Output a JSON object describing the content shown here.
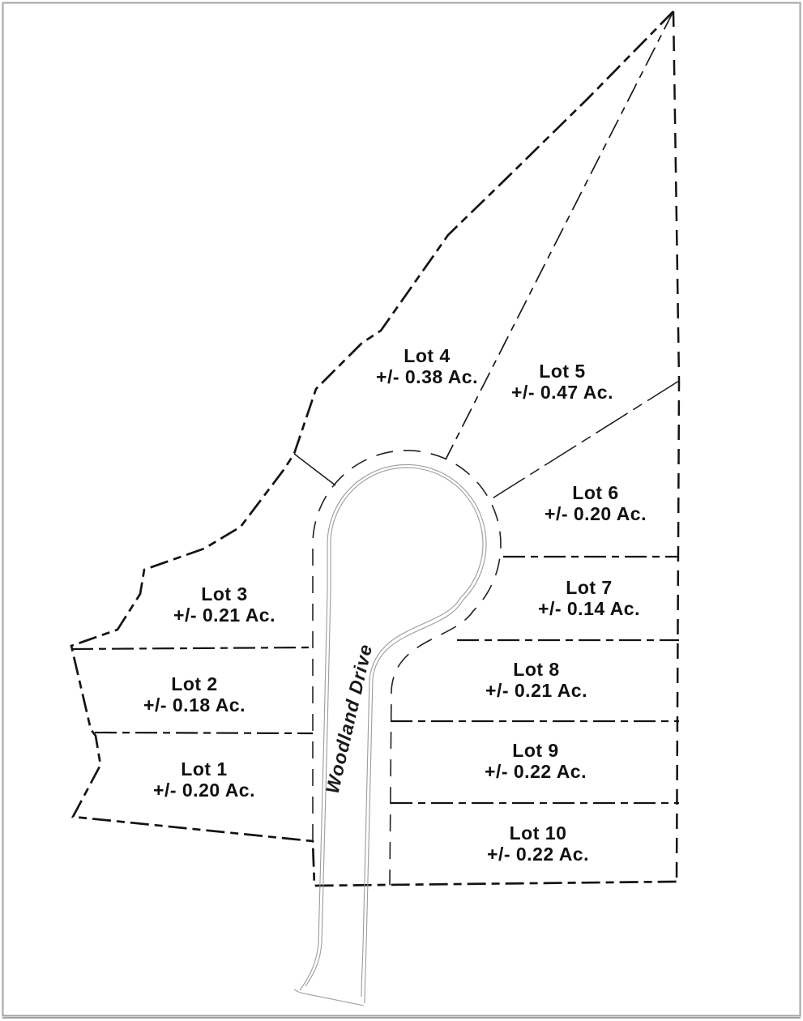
{
  "colors": {
    "background": "#ffffff",
    "boundary_line": "#141414",
    "pavement_line": "#9c9c9c",
    "scan_frame": "#a3a3a3",
    "text": "#111111"
  },
  "road": {
    "name": "Woodland Drive"
  },
  "lots": [
    {
      "name": "Lot 1",
      "area": "+/- 0.20 Ac."
    },
    {
      "name": "Lot 2",
      "area": "+/- 0.18 Ac."
    },
    {
      "name": "Lot 3",
      "area": "+/- 0.21 Ac."
    },
    {
      "name": "Lot 4",
      "area": "+/- 0.38 Ac."
    },
    {
      "name": "Lot 5",
      "area": "+/- 0.47 Ac."
    },
    {
      "name": "Lot 6",
      "area": "+/- 0.20 Ac."
    },
    {
      "name": "Lot 7",
      "area": "+/- 0.14 Ac."
    },
    {
      "name": "Lot 8",
      "area": "+/- 0.21 Ac."
    },
    {
      "name": "Lot 9",
      "area": "+/- 0.22 Ac."
    },
    {
      "name": "Lot 10",
      "area": "+/- 0.22 Ac."
    }
  ]
}
